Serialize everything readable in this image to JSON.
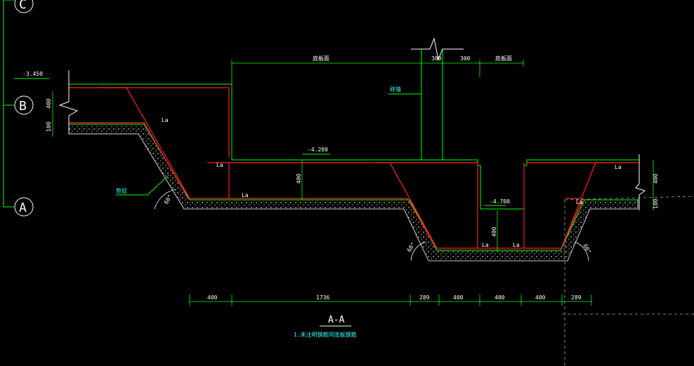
{
  "section_title": "A-A",
  "note": "1.未注明钢筋同底板钢筋",
  "axes": [
    "C",
    "B",
    "A"
  ],
  "elevations": {
    "top_left": "-3.450",
    "mid": "-4.200",
    "pit": "-4.700"
  },
  "thickness_labels": {
    "left_400": "400",
    "left_100": "100",
    "mid_400": "400",
    "pit_400": "400",
    "right_400": "400",
    "right_100": "100"
  },
  "anchor_label": "La",
  "angle_label": "60°",
  "top_dims": {
    "left_span": "底板面",
    "d300a": "300",
    "d300b": "300",
    "right_span": "底板面"
  },
  "wall_label": "砖墙",
  "cushion_label": "垫层",
  "bottom_dims": [
    "400",
    "1736",
    "289",
    "400",
    "400",
    "400",
    "289"
  ],
  "colors": {
    "concrete": "#00ff00",
    "rebar": "#ff2020",
    "text": "#ffffff",
    "cyan": "#33ffff",
    "dim": "#00ff00",
    "hatch": "#ffffff"
  }
}
